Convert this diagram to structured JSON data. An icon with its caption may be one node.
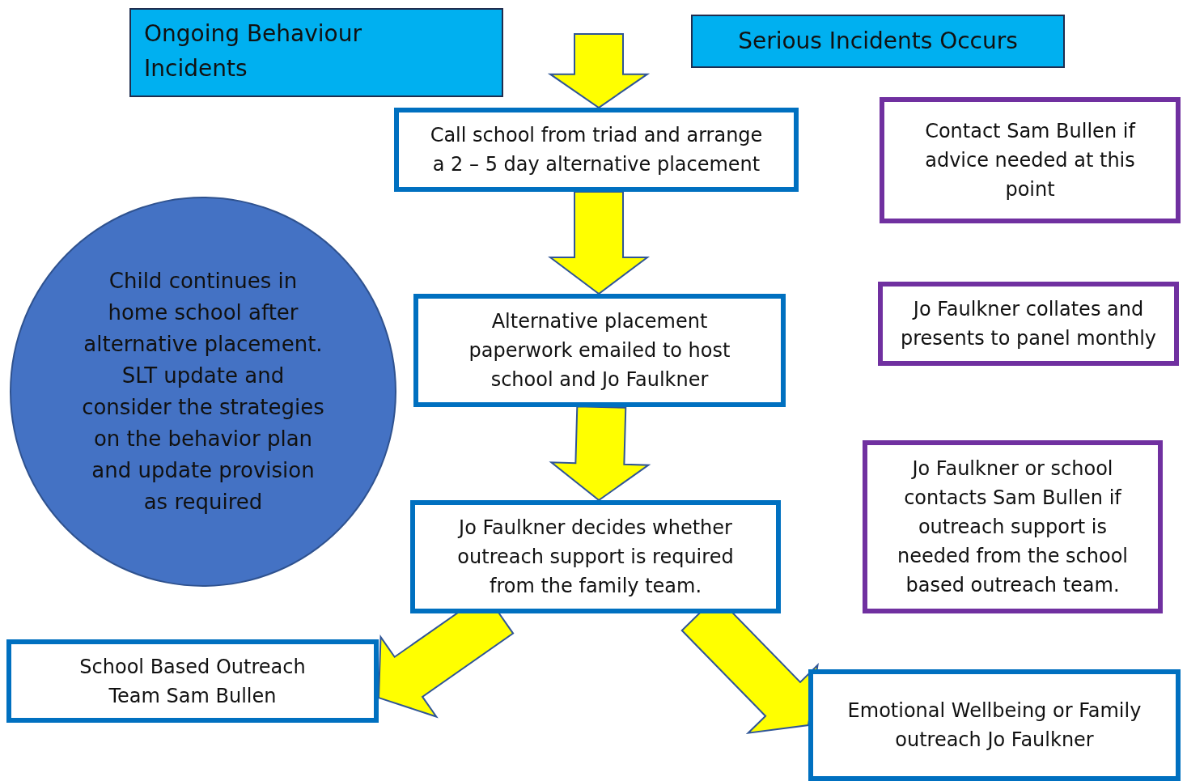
{
  "diagram": {
    "nodes": [
      {
        "text": [
          "Ongoing Behaviour Incidents"
        ]
      },
      {
        "text": [
          "Serious Incidents Occurs"
        ]
      },
      {
        "text": [
          "Call school from triad and arrange a 2 – 5 day alternative placement"
        ]
      },
      {
        "text": [
          "Contact Sam Bullen if advice needed at this point"
        ]
      },
      {
        "text": [
          "Child continues in home school after alternative placement. SLT update and consider the strategies on the behavior plan and update provision as required"
        ]
      },
      {
        "text": [
          "Alternative placement paperwork emailed to host school and Jo Faulkner"
        ]
      },
      {
        "text": [
          "Jo Faulkner collates and presents to panel monthly"
        ]
      },
      {
        "text": [
          "Jo Faulkner or school contacts Sam Bullen if outreach support is needed from the school based outreach team."
        ]
      },
      {
        "text": [
          "Jo Faulkner decides whether outreach support is required from the family team."
        ]
      },
      {
        "text": [
          "School Based Outreach Team Sam Bullen"
        ]
      },
      {
        "text": [
          "Emotional Wellbeing or Family outreach Jo Faulkner"
        ]
      }
    ],
    "edges": [
      {
        "from": null,
        "to": 2,
        "arrow": "to"
      },
      {
        "from": 2,
        "to": 5,
        "arrow": "to"
      },
      {
        "from": 5,
        "to": 8,
        "arrow": "to"
      },
      {
        "from": 8,
        "to": 9,
        "arrow": "to"
      },
      {
        "from": 8,
        "to": 10,
        "arrow": "to"
      }
    ]
  }
}
